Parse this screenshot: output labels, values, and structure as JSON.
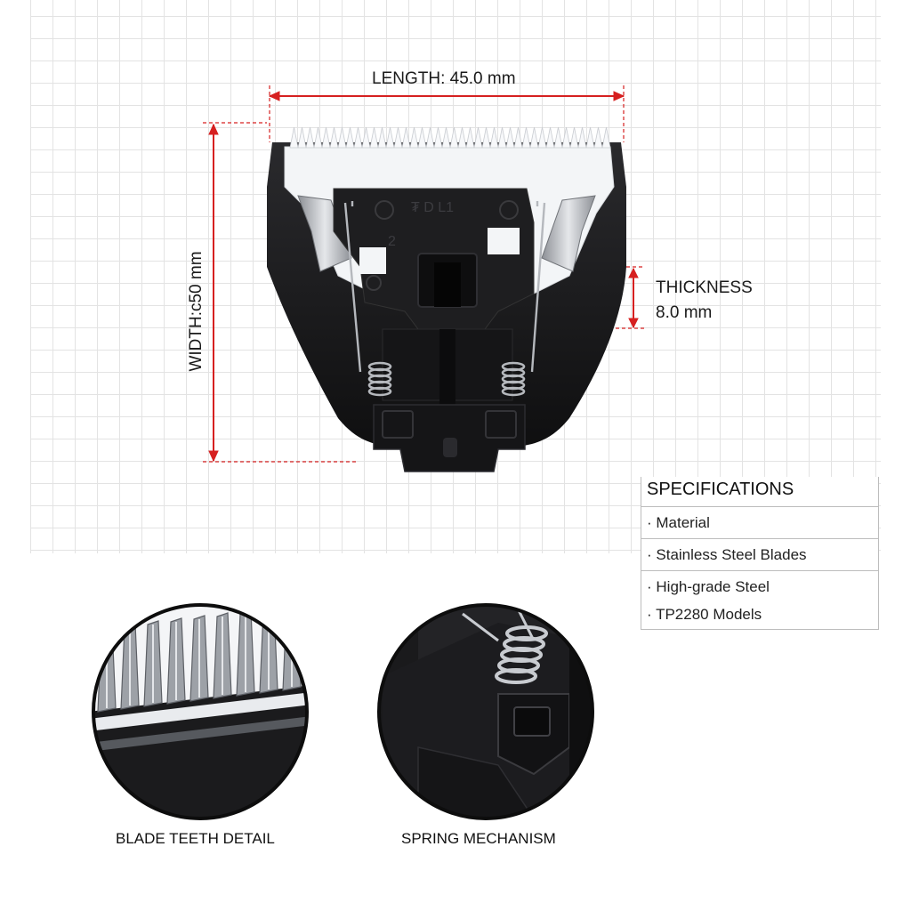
{
  "dimensions": {
    "length_label": "LENGTH: 45.0 mm",
    "width_label": "WIDTH:ϲ50 mm",
    "thickness_label_line1": "THICKNESS",
    "thickness_label_line2": "8.0 mm"
  },
  "blade_markings": {
    "part_code": "₮ D L1",
    "number": "2"
  },
  "specifications": {
    "title": "SPECIFICATIONS",
    "items": [
      "· Material",
      "· Stainless Steel Blades",
      "· High-grade Steel",
      "· TP2280 Models"
    ]
  },
  "details": {
    "blade_caption": "BLADE TEETH DETAIL",
    "spring_caption": "SPRING MECHANISM"
  },
  "colors": {
    "dimension_line": "#d62020",
    "blade_body": "#1b1b1d",
    "ceramic_blade": "#f4f6f8",
    "spring_steel": "#b9bcc0"
  }
}
